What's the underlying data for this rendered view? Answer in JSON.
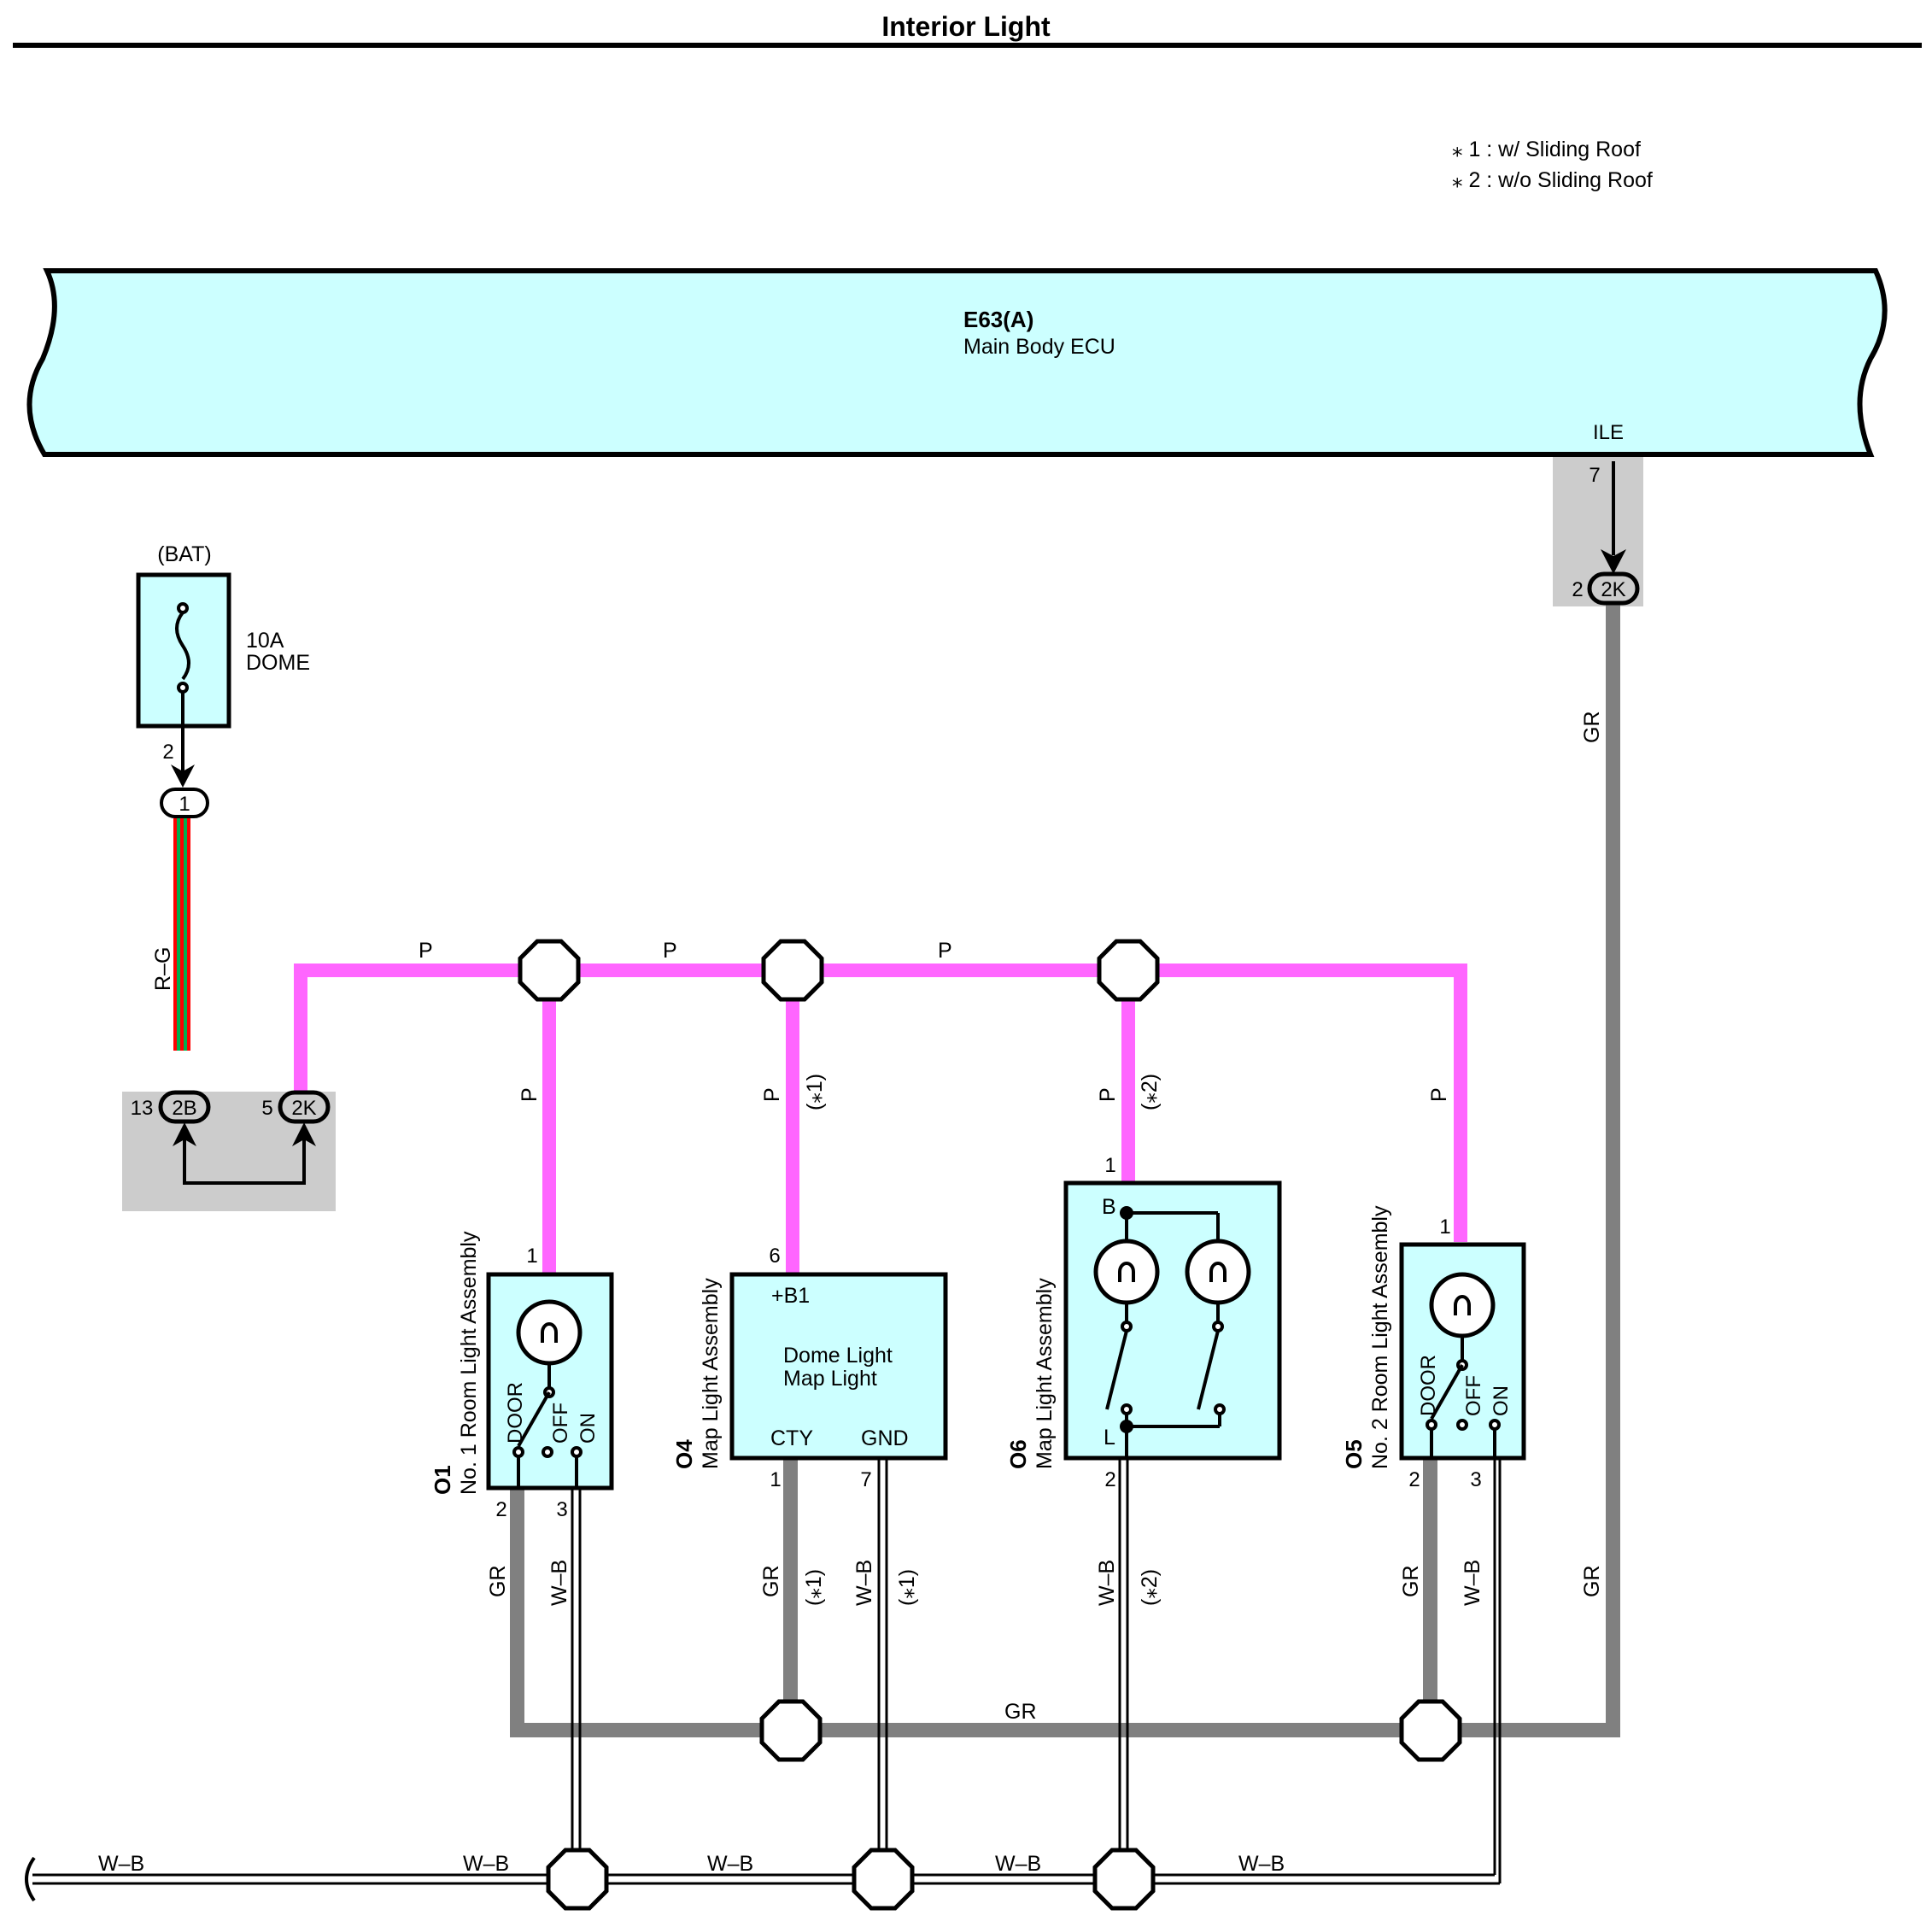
{
  "title": "Interior Light",
  "notes": [
    "⁎ 1 : w/ Sliding Roof",
    "⁎ 2 : w/o Sliding Roof"
  ],
  "ecu": {
    "code": "E63(A)",
    "name": "Main Body ECU",
    "terminal": "ILE",
    "pin": "7"
  },
  "fuse": {
    "supply": "(BAT)",
    "rating": "10A",
    "name": "DOME",
    "pin": "2",
    "connector": "1"
  },
  "junction": {
    "left": {
      "pin": "13",
      "connector": "2B"
    },
    "right": {
      "pin": "5",
      "connector": "2K"
    },
    "ecu_side": {
      "pin": "2",
      "connector": "2K"
    }
  },
  "wires": {
    "p": "P",
    "rg": "R–G",
    "gr": "GR",
    "wb": "W–B",
    "note1": "(⁎1)",
    "note2": "(⁎2)"
  },
  "components": {
    "o1": {
      "code": "O1",
      "name": "No. 1 Room Light Assembly",
      "pin_in": "1",
      "pin_gr": "2",
      "pin_wb": "3",
      "sw_door": "DOOR",
      "sw_off": "OFF",
      "sw_on": "ON"
    },
    "o4": {
      "code": "O4",
      "name": "Map Light Assembly",
      "pin_in": "6",
      "label_b1": "+B1",
      "line1": "Dome Light",
      "line2": "Map Light",
      "label_cty": "CTY",
      "label_gnd": "GND",
      "pin_cty": "1",
      "pin_gnd": "7"
    },
    "o6": {
      "code": "O6",
      "name": "Map Light Assembly",
      "pin_in": "1",
      "pin_out": "2",
      "label_b": "B",
      "label_l": "L"
    },
    "o5": {
      "code": "O5",
      "name": "No. 2 Room Light Assembly",
      "pin_in": "1",
      "pin_gr": "2",
      "pin_wb": "3",
      "sw_door": "DOOR",
      "sw_off": "OFF",
      "sw_on": "ON"
    }
  },
  "colors": {
    "component_fill": "#ccffff",
    "wire_pink": "#ff66ff",
    "wire_gray": "#808080",
    "wire_red": "#ff0000",
    "wire_green": "#00b050",
    "shaded_area": "#cccccc"
  }
}
